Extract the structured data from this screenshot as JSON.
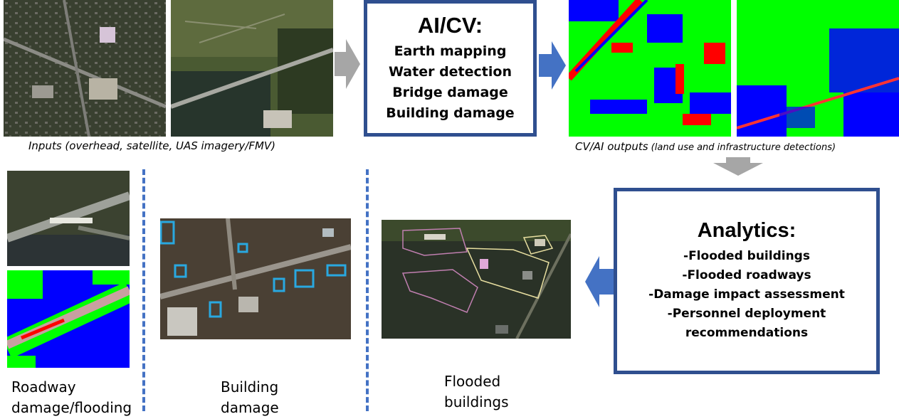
{
  "ai_cv_box": {
    "title": "AI/CV:",
    "items": [
      "Earth mapping",
      "Water detection",
      "Bridge damage",
      "Building damage"
    ]
  },
  "inputs_caption": "Inputs (overhead, satellite, UAS imagery/FMV)",
  "outputs_caption": {
    "main": "CV/AI outputs",
    "detail": " (land use and infrastructure detections)"
  },
  "analytics_box": {
    "title": "Analytics:",
    "items": [
      "-Flooded buildings",
      "-Flooded roadways",
      "-Damage impact assessment",
      "-Personnel deployment",
      "recommendations"
    ]
  },
  "captions": {
    "roadway": [
      "Roadway",
      "damage/flooding"
    ],
    "building": [
      "Building",
      "damage"
    ],
    "flooded": [
      "Flooded",
      "buildings"
    ]
  },
  "colors": {
    "box_border": "#2f4f8f",
    "arrow_gray": "#a6a6a6",
    "arrow_blue": "#4472c4",
    "divider": "#4472c4",
    "seg_green": "#00ff00",
    "seg_blue": "#0000ff",
    "seg_red": "#ff0000",
    "detection_box": "#29a8e0"
  },
  "icons": [
    "gray-right-arrow",
    "blue-right-arrow",
    "gray-down-arrow",
    "blue-left-arrow"
  ]
}
